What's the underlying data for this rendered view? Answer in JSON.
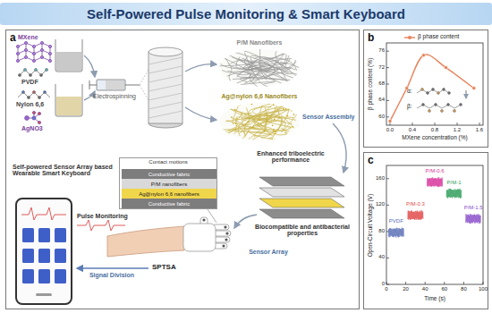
{
  "diagram": {
    "title": "Self-Powered Pulse Monitoring & Smart Keyboard",
    "nodes": [
      {
        "text": [
          "a"
        ]
      },
      {
        "text": [
          "b"
        ]
      },
      {
        "text": [
          "c"
        ]
      },
      {
        "text": [
          "Contact motions"
        ],
        "in": 0
      },
      {
        "text": [
          "Conductive fabric"
        ],
        "in": 3
      },
      {
        "text": [
          "P/M nanofibers"
        ],
        "in": 3
      },
      {
        "text": [
          "Ag@nylon 6,6 nanofibers"
        ],
        "in": 3
      },
      {
        "text": [
          "Conductive fabric"
        ],
        "in": 3
      }
    ],
    "labels": [
      "MXene",
      "PVDF",
      "Nylon 6,6",
      "AgNO3",
      "Electrospinning",
      "P/M Nanofibers",
      "Ag@nylon 6,6 Nanofibers",
      "Sensor Assembly",
      "Enhanced triboelectric performance",
      "Biocompatible and antibacterial properties",
      "Sensor Array",
      "SPTSA",
      "Self-powered Sensor Array based Wearable Smart Keyboard",
      "Pulse Monitoring",
      "Signal Division",
      "β phase content (%)",
      "MXene concentration (%)",
      "60",
      "64",
      "68",
      "72",
      "76",
      "0.0",
      "0.4",
      "0.8",
      "1.2",
      "1.6",
      "α:",
      "β:",
      "Open-Circuit Voltage (V)",
      "Time (s)",
      "0",
      "40",
      "80",
      "120",
      "160",
      "0",
      "20",
      "40",
      "60",
      "80",
      "100",
      "PVDF",
      "P/M-0.3",
      "P/M-0.6",
      "P/M-1",
      "P/M-1.5"
    ],
    "legend": [
      {
        "text": "β phase content"
      }
    ]
  }
}
